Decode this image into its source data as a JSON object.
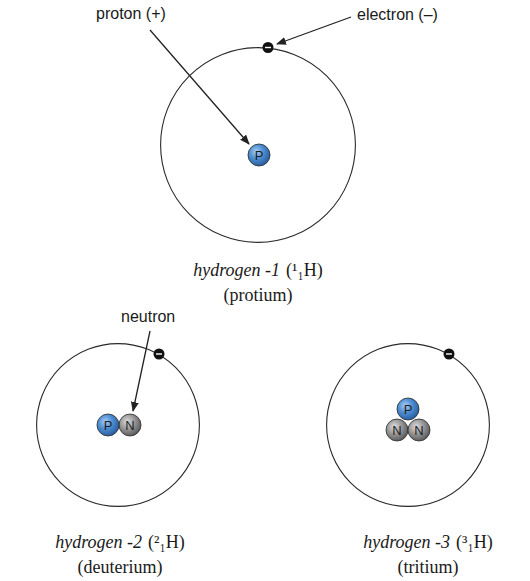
{
  "diagram": {
    "nodes": [
      {
        "text": [
          "hydrogen -1",
          "(¹₁H)",
          "(protium)"
        ]
      },
      {
        "text": [
          "P"
        ],
        "in": 0
      },
      {
        "text": [
          "hydrogen -2",
          "(²₁H)",
          "(deuterium)"
        ]
      },
      {
        "text": [
          "P"
        ],
        "in": 2
      },
      {
        "text": [
          "N"
        ],
        "in": 2
      },
      {
        "text": [
          "hydrogen -3",
          "(³₁H)",
          "(tritium)"
        ]
      },
      {
        "text": [
          "P"
        ],
        "in": 5
      },
      {
        "text": [
          "N"
        ],
        "in": 5
      },
      {
        "text": [
          "N"
        ],
        "in": 5
      }
    ],
    "labels": [
      "proton (+)",
      "electron (–)",
      "neutron"
    ]
  }
}
